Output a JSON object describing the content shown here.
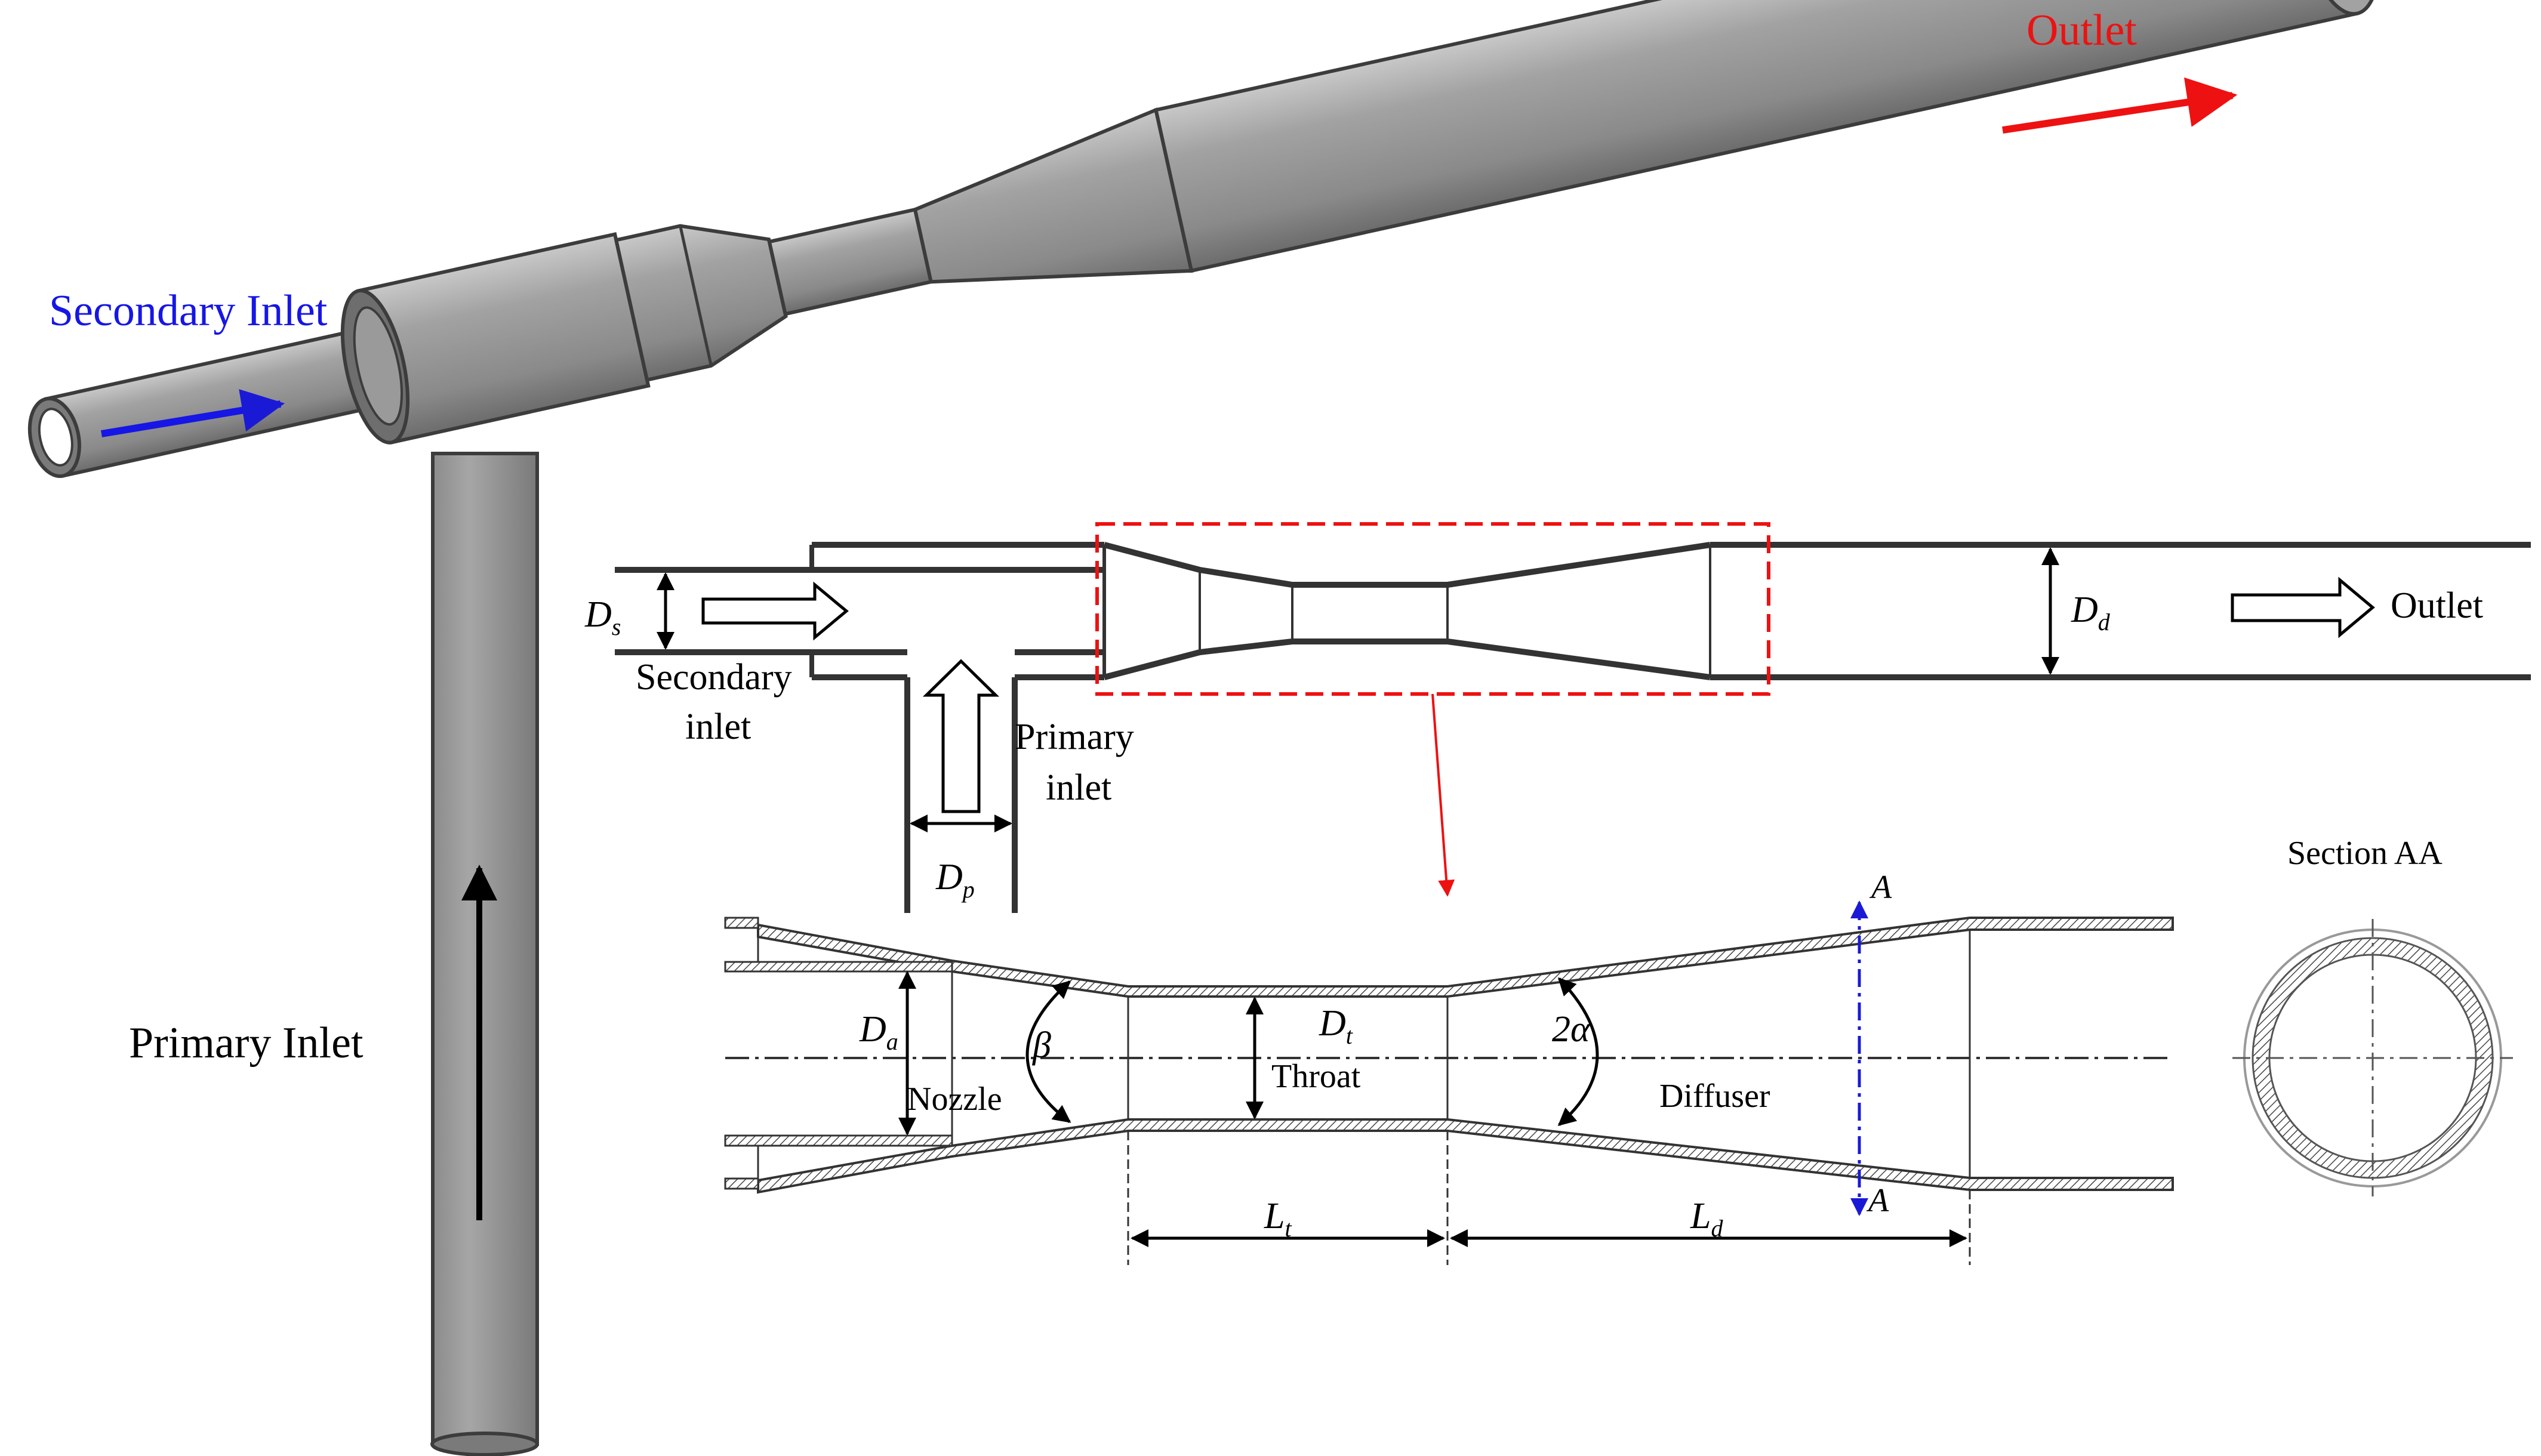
{
  "colors": {
    "pipe_fill": "#8f8f8f",
    "pipe_light": "#bdbdbd",
    "pipe_dark": "#5c5c5c",
    "secondary_arrow": "#1616e6",
    "outlet_arrow": "#ee1111",
    "primary_arrow": "#000000",
    "dash_box": "#ee1111",
    "section_axis": "#1a1ad6"
  },
  "model_3d": {
    "outlet_label": "Outlet",
    "secondary_inlet_label": "Secondary Inlet",
    "primary_inlet_label": "Primary Inlet"
  },
  "schematic": {
    "ds_main": "D",
    "ds_sub": "s",
    "dd_main": "D",
    "dd_sub": "d",
    "dp_main": "D",
    "dp_sub": "p",
    "secondary_inlet_line1": "Secondary",
    "secondary_inlet_line2": "inlet",
    "primary_inlet_line1": "Primary",
    "primary_inlet_line2": "inlet",
    "outlet_label": "Outlet"
  },
  "detail": {
    "da_main": "D",
    "da_sub": "a",
    "beta": "β",
    "nozzle": "Nozzle",
    "dt_main": "D",
    "dt_sub": "t",
    "throat": "Throat",
    "two_alpha": "2α",
    "diffuser": "Diffuser",
    "section_mark_top": "A",
    "section_mark_bottom": "A",
    "lt_main": "L",
    "lt_sub": "t",
    "ld_main": "L",
    "ld_sub": "d",
    "section_title": "Section AA"
  }
}
